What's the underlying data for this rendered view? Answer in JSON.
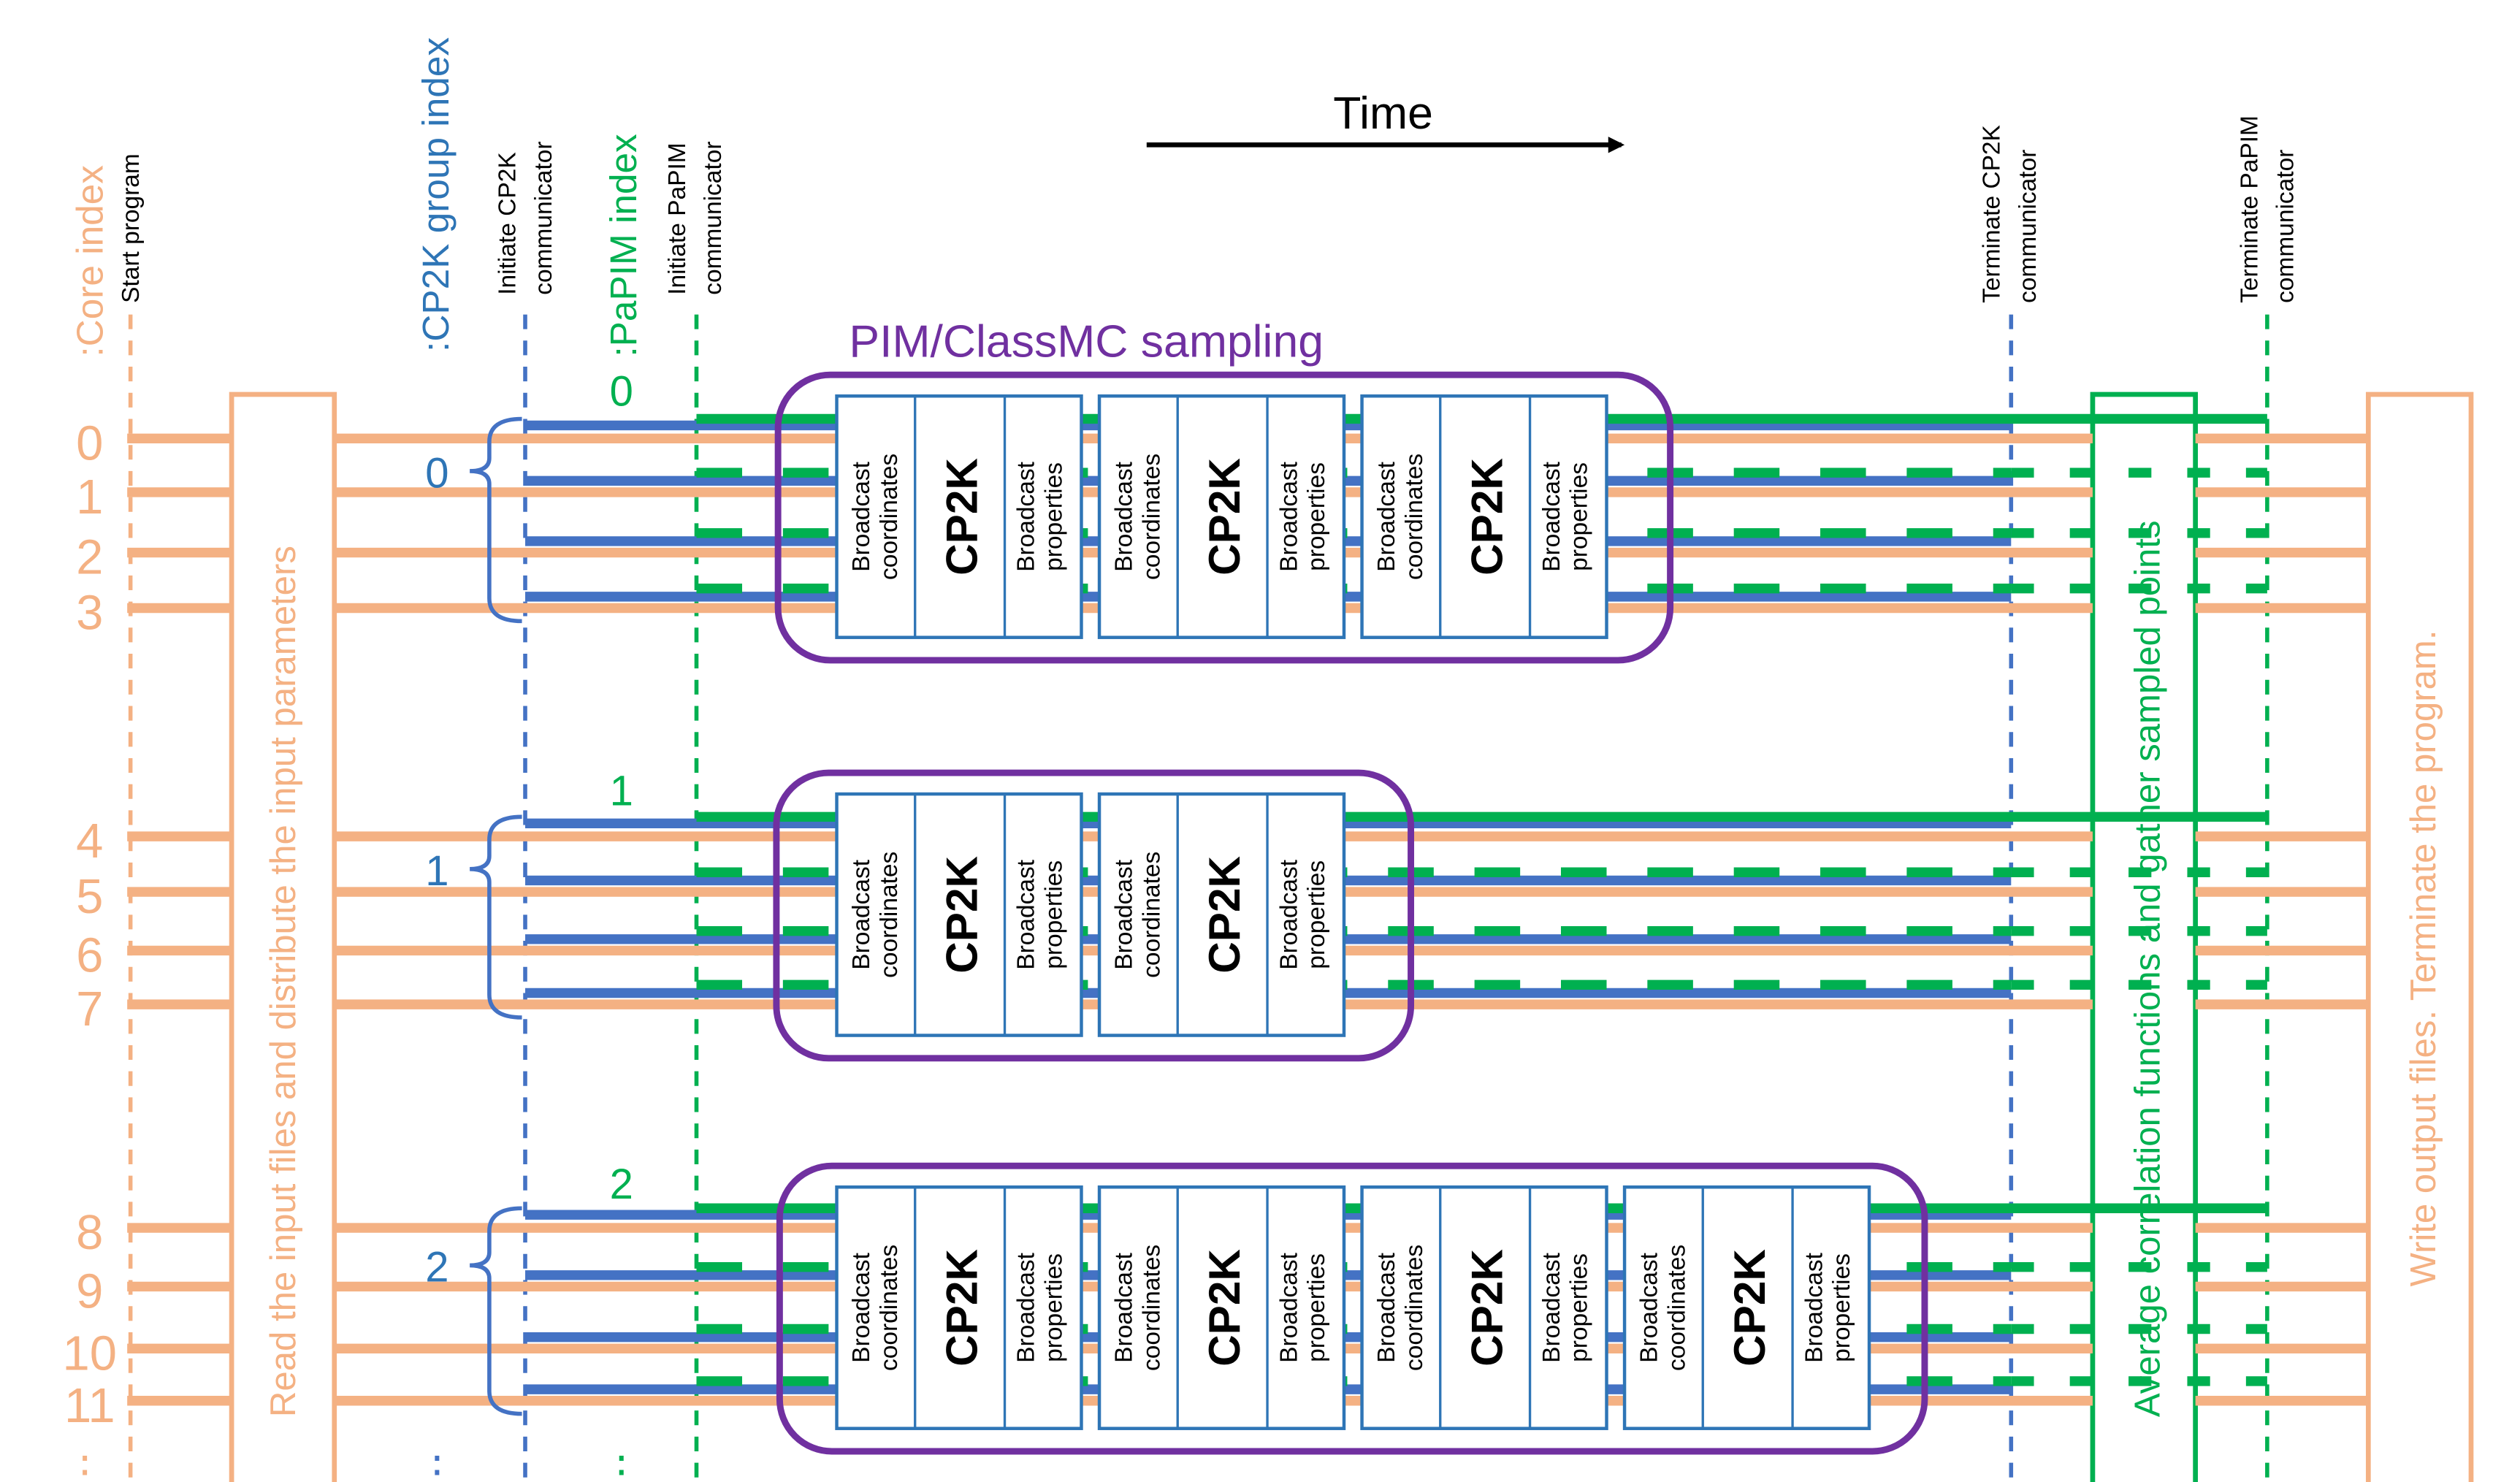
{
  "colors": {
    "core": "#f4b183",
    "cp2k": "#4472c4",
    "papim": "#00b050",
    "sampling": "#7030a0",
    "box_border": "#2e75b6",
    "text": "#000000"
  },
  "header": {
    "time_label": "Time",
    "core_index_label": ":Core index",
    "start_program": "Start program",
    "cp2k_group_index_label": ":CP2K group index",
    "initiate_cp2k": [
      "Initiate CP2K",
      "communicator"
    ],
    "papim_index_label": ":PaPIM index",
    "initiate_papim": [
      "Initiate PaPIM",
      "communicator"
    ],
    "terminate_cp2k": [
      "Terminate CP2K",
      "communicator"
    ],
    "terminate_papim": [
      "Terminate PaPIM",
      "communicator"
    ],
    "sampling_label": "PIM/ClassMC sampling"
  },
  "phases": {
    "read_input": "Read the input files and distribute the input parameters",
    "average": "Average correlation functions and gather sampled points",
    "write_output": "Write output files. Terminate the program."
  },
  "box_labels": {
    "broadcast_coordinates": [
      "Broadcast",
      "coordinates"
    ],
    "cp2k": "CP2K",
    "broadcast_properties": [
      "Broadcast",
      "properties"
    ]
  },
  "groups": [
    {
      "cp2k_group_index": "0",
      "papim_index": "0",
      "cores": [
        "0",
        "1",
        "2",
        "3"
      ],
      "cp2k_blocks": 3
    },
    {
      "cp2k_group_index": "1",
      "papim_index": "1",
      "cores": [
        "4",
        "5",
        "6",
        "7"
      ],
      "cp2k_blocks": 2
    },
    {
      "cp2k_group_index": "2",
      "papim_index": "2",
      "cores": [
        "8",
        "9",
        "10",
        "11"
      ],
      "cp2k_blocks": 4
    }
  ],
  "ellipsis": "⋮"
}
